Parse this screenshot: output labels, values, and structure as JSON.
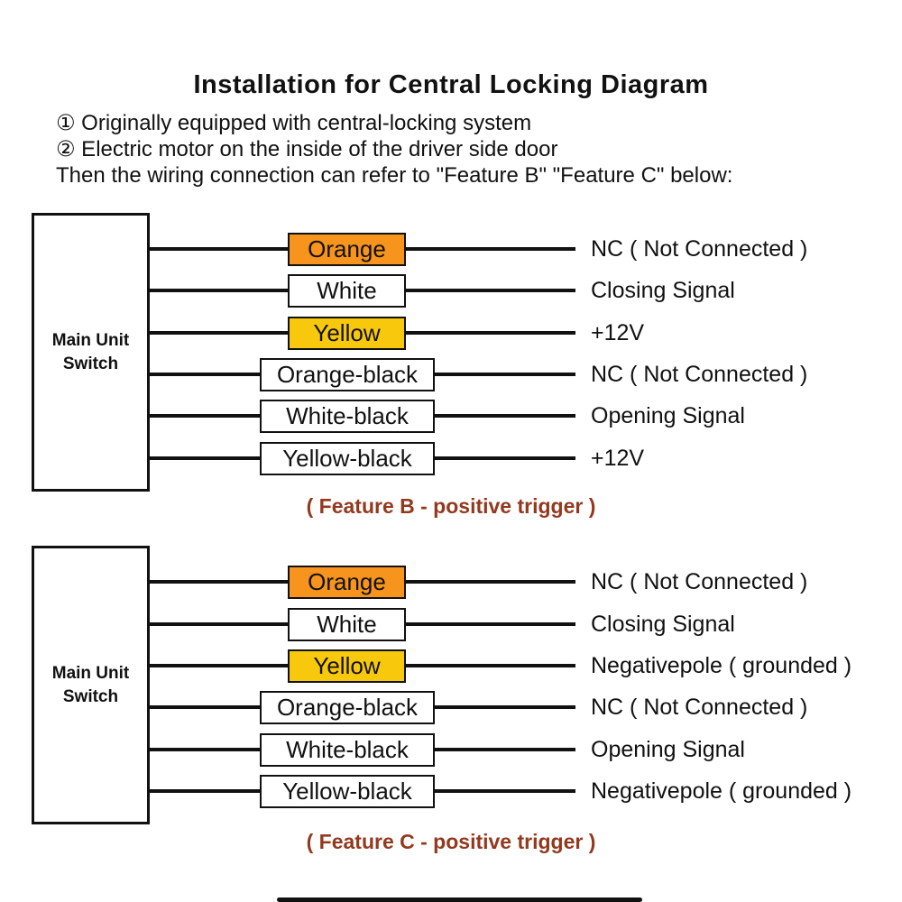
{
  "title": "Installation for Central Locking Diagram",
  "intro": {
    "line1": "① Originally equipped with central-locking system",
    "line2": "② Electric motor on the inside of the driver side door",
    "line3": "Then the wiring connection can refer to \"Feature B\" \"Feature C\" below:"
  },
  "colors": {
    "orange_box": "#F7941D",
    "yellow_box": "#F8C80D",
    "white_box": "#FFFFFF",
    "caption": "#93391E",
    "line": "#111111"
  },
  "unit_label": {
    "line1": "Main Unit",
    "line2": "Switch"
  },
  "feature_b": {
    "caption": "( Feature B - positive trigger )",
    "rows": [
      {
        "wire": "Orange",
        "signal": "NC ( Not Connected )"
      },
      {
        "wire": "White",
        "signal": "Closing Signal"
      },
      {
        "wire": "Yellow",
        "signal": "+12V"
      },
      {
        "wire": "Orange-black",
        "signal": "NC ( Not Connected )"
      },
      {
        "wire": "White-black",
        "signal": "Opening Signal"
      },
      {
        "wire": "Yellow-black",
        "signal": "+12V"
      }
    ]
  },
  "feature_c": {
    "caption": "( Feature C - positive trigger )",
    "rows": [
      {
        "wire": "Orange",
        "signal": "NC ( Not Connected )"
      },
      {
        "wire": "White",
        "signal": "Closing Signal"
      },
      {
        "wire": "Yellow",
        "signal": "Negativepole ( grounded )"
      },
      {
        "wire": "Orange-black",
        "signal": "NC ( Not Connected )"
      },
      {
        "wire": "White-black",
        "signal": "Opening Signal"
      },
      {
        "wire": "Yellow-black",
        "signal": "Negativepole ( grounded )"
      }
    ]
  }
}
